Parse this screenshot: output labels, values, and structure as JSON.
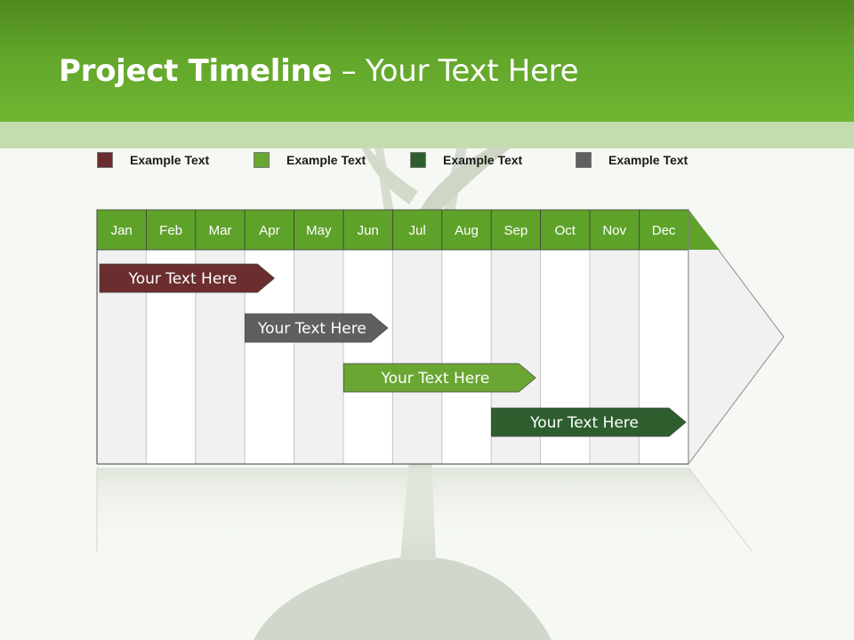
{
  "slide": {
    "title_bold": "Project Timeline",
    "title_rest": " – Your Text Here"
  },
  "legend": [
    {
      "label": "Example Text",
      "color": "#6b2d2d"
    },
    {
      "label": "Example Text",
      "color": "#6aa632"
    },
    {
      "label": "Example Text",
      "color": "#2e5e2e"
    },
    {
      "label": "Example Text",
      "color": "#5f5f5f"
    }
  ],
  "timeline": {
    "months": [
      "Jan",
      "Feb",
      "Mar",
      "Apr",
      "May",
      "Jun",
      "Jul",
      "Aug",
      "Sep",
      "Oct",
      "Nov",
      "Dec"
    ],
    "header_color": "#5fa22a",
    "tasks": [
      {
        "label": "Your  Text Here",
        "start": 0,
        "end": 3.6,
        "color": "#6b2d2d"
      },
      {
        "label": "Your  Text Here",
        "start": 2.95,
        "end": 5.9,
        "color": "#5f5f5f"
      },
      {
        "label": "Your  Text Here",
        "start": 4.95,
        "end": 8.9,
        "color": "#6aa632"
      },
      {
        "label": "Your  Text Here",
        "start": 7.95,
        "end": 11.95,
        "color": "#2e5e2e"
      }
    ]
  }
}
